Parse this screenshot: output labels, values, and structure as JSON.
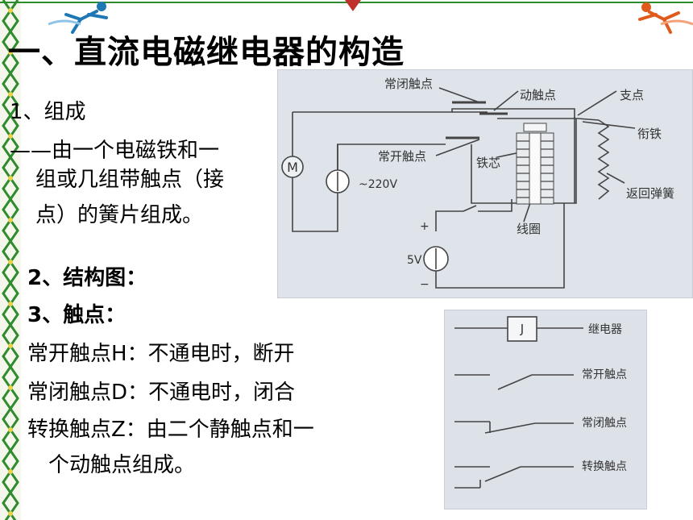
{
  "title": "一、直流电磁继电器的构造",
  "section1": {
    "heading": "1、组成",
    "line1": "——由一个电磁铁和一",
    "line2": "组或几组带触点（接",
    "line3": "点）的簧片组成。"
  },
  "section2": {
    "heading": "2、结构图："
  },
  "section3": {
    "heading": "3、触点：",
    "item1": "常开触点H：不通电时，断开",
    "item2": "常闭触点D：不通电时，闭合",
    "item3_line1": "转换触点Z：由二个静触点和一",
    "item3_line2": "个动触点组成。"
  },
  "circuit_diagram": {
    "label_nc_contact": "常闭触点",
    "label_moving_contact": "动触点",
    "label_pivot": "支点",
    "label_armature": "衔铁",
    "label_no_contact": "常开触点",
    "label_iron_core": "铁芯",
    "label_return_spring": "返回弹簧",
    "label_coil": "线圈",
    "label_motor": "M",
    "label_ac_source": "~220V",
    "label_dc_source": "5V",
    "label_plus": "+",
    "label_minus": "−"
  },
  "symbol_diagram": {
    "relay_symbol": "J",
    "label_relay": "继电器",
    "label_no": "常开触点",
    "label_nc": "常闭触点",
    "label_changeover": "转换触点"
  },
  "colors": {
    "border_green": "#2e8b2e",
    "border_yellow": "#e8d44a",
    "figure_left": "#1e78b4",
    "figure_right": "#e05a1e",
    "accent_red": "#c0302a"
  }
}
